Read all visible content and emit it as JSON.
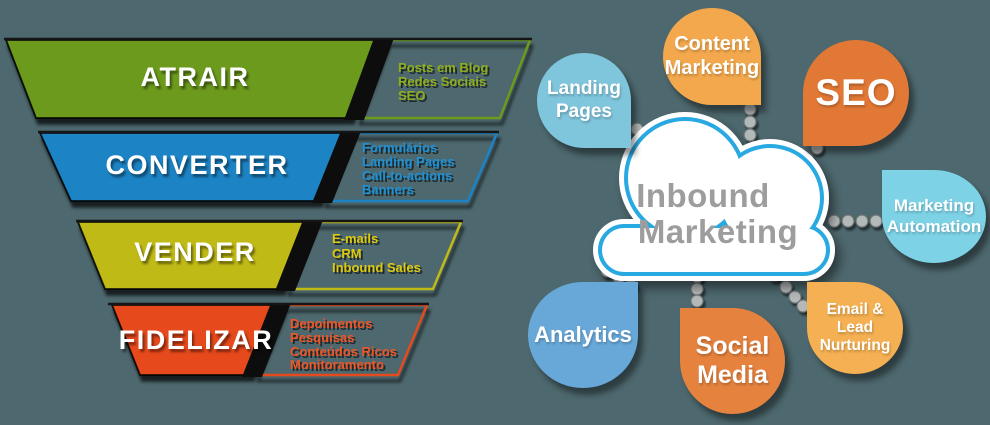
{
  "background": "#4d686e",
  "funnel": {
    "levels": [
      {
        "label": "ATRAIR",
        "color": "#6c9a1e",
        "item_color": "#8fae1e",
        "items": [
          "Posts em Blog",
          "Redes Sociais",
          "SEO"
        ]
      },
      {
        "label": "CONVERTER",
        "color": "#1a83c4",
        "item_color": "#1e90d4",
        "items": [
          "Formulários",
          "Landing Pages",
          "Call-to-actions",
          "Banners"
        ]
      },
      {
        "label": "VENDER",
        "color": "#c0ba16",
        "item_color": "#ddc90e",
        "items": [
          "E-mails",
          "CRM",
          "Inbound Sales"
        ]
      },
      {
        "label": "FIDELIZAR",
        "color": "#e64a1e",
        "item_color": "#ef5526",
        "items": [
          "Depoimentos",
          "Pesquisas",
          "Conteúdos Ricos",
          "Monitoramento"
        ]
      }
    ]
  },
  "cloud": {
    "line1": "Inbound",
    "line2": "Marketing",
    "stroke_color": "#29a9e1",
    "text_color": "#9d9d9d"
  },
  "bubbles": [
    {
      "id": "landing-pages",
      "color": "#7fc5dc",
      "lines": [
        "Landing",
        "Pages"
      ]
    },
    {
      "id": "content-marketing",
      "color": "#f3a84d",
      "lines": [
        "Content",
        "Marketing"
      ]
    },
    {
      "id": "seo",
      "color": "#e17835",
      "lines": [
        "SEO"
      ]
    },
    {
      "id": "marketing-automation",
      "color": "#7ed2e6",
      "lines": [
        "Marketing",
        "Automation"
      ]
    },
    {
      "id": "email-lead-nurturing",
      "color": "#f4b052",
      "lines": [
        "Email &",
        "Lead",
        "Nurturing"
      ]
    },
    {
      "id": "social-media",
      "color": "#e5823e",
      "lines": [
        "Social",
        "Media"
      ]
    },
    {
      "id": "analytics",
      "color": "#68a8d8",
      "lines": [
        "Analytics"
      ]
    }
  ]
}
